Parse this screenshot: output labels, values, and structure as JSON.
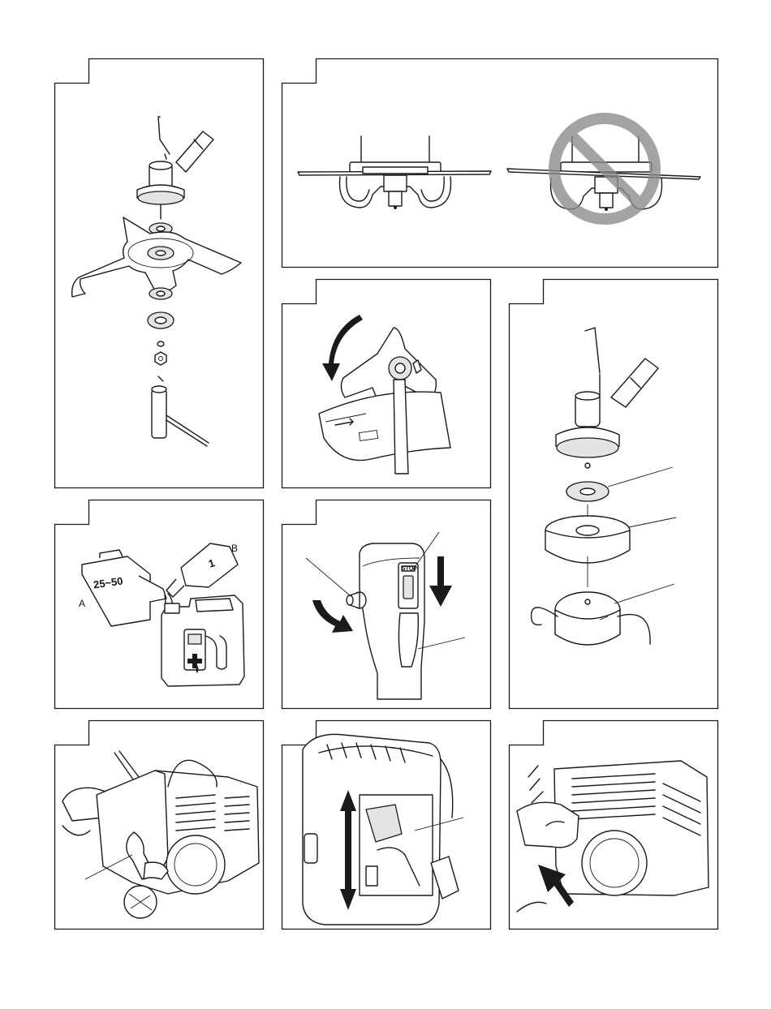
{
  "labels": {
    "fuel_a": "A",
    "fuel_b": "B",
    "ratio": "25~50",
    "bottle_number": "1",
    "stop": "STOP"
  },
  "icons": [
    "hex-key-icon",
    "fuel-pump-icon",
    "prohibition-icon",
    "rotation-arrow-icon",
    "up-down-arrow-icon"
  ]
}
